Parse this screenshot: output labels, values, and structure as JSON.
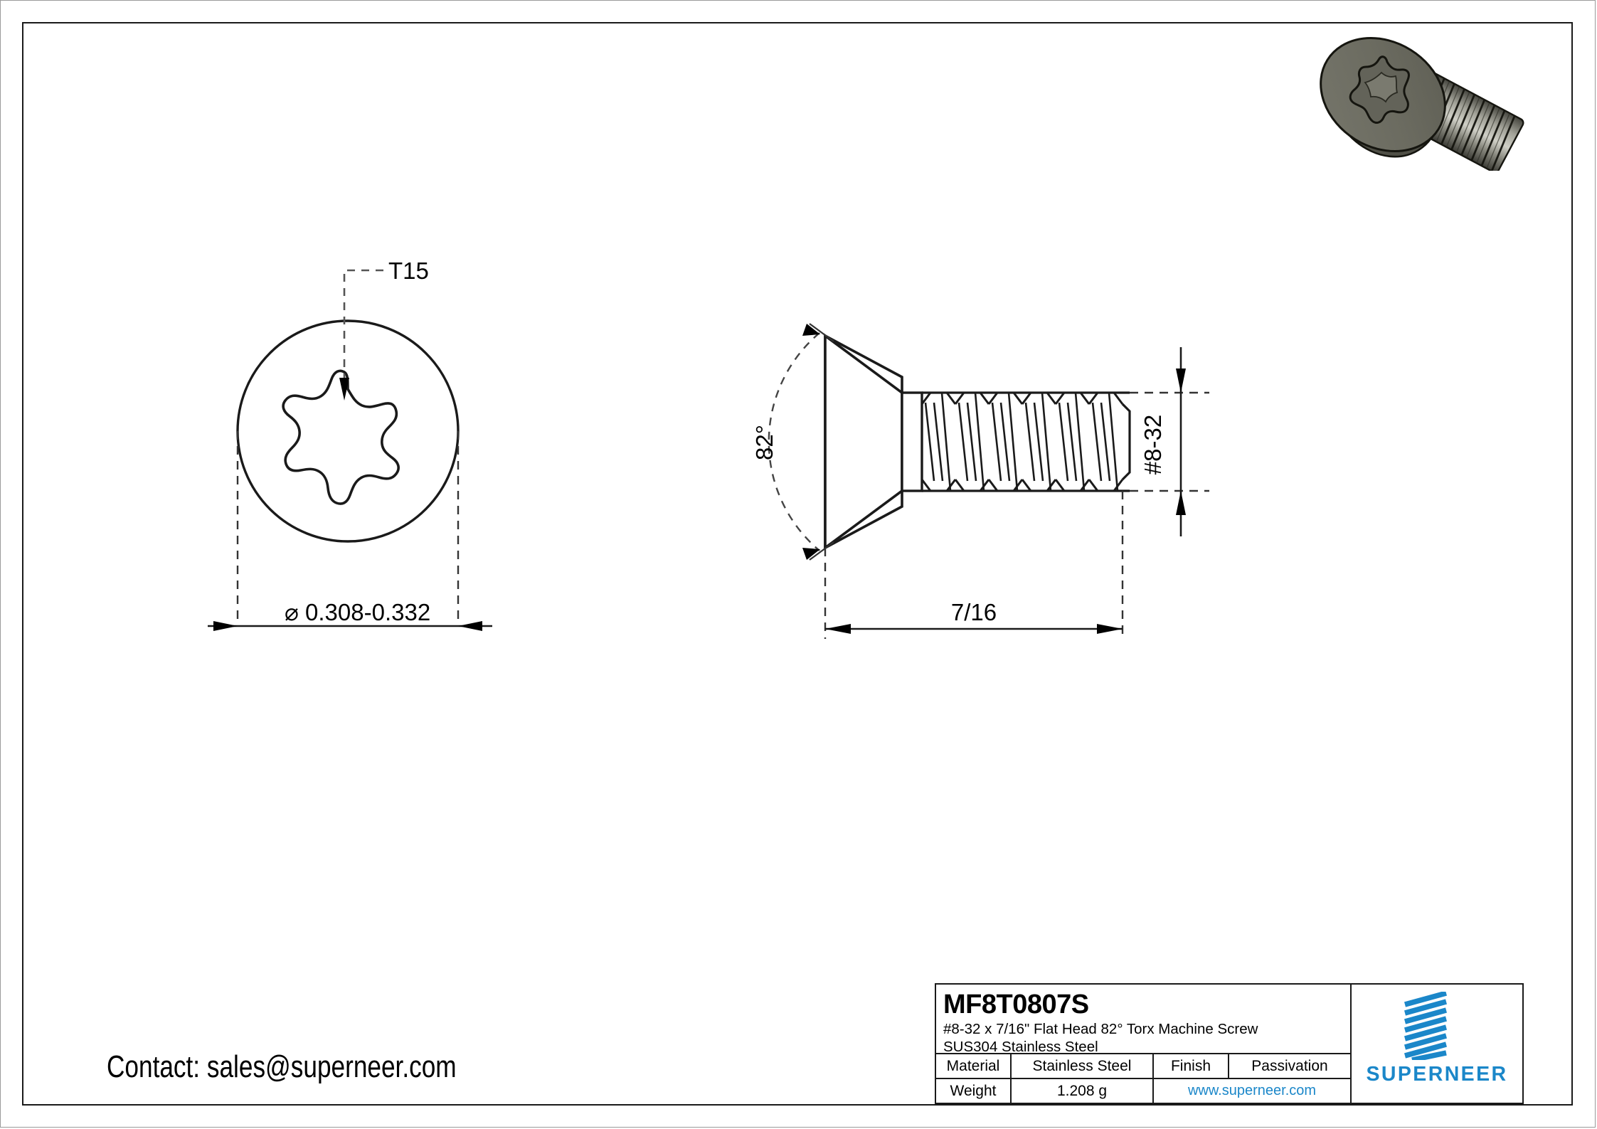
{
  "document": {
    "type": "engineering-drawing",
    "sheet_width": 2245,
    "sheet_height": 1587
  },
  "contact": {
    "text": "Contact: sales@superneer.com"
  },
  "front_view": {
    "name": "head-end-view",
    "drive_callout": "T15",
    "diameter_dimension": "⌀ 0.308-0.332"
  },
  "side_view": {
    "name": "side-profile-view",
    "angle_dimension": "82°",
    "thread_dimension": "#8-32",
    "length_dimension": "7/16"
  },
  "title_block": {
    "part_number": "MF8T0807S",
    "description_line1": "#8-32 x 7/16\" Flat Head 82° Torx Machine Screw",
    "description_line2": "SUS304 Stainless Steel",
    "rows": [
      {
        "label": "Material",
        "value": "Stainless Steel",
        "label2": "Finish",
        "value2": "Passivation"
      },
      {
        "label": "Weight",
        "value": "1.208 g",
        "link": "www.superneer.com"
      }
    ]
  },
  "brand": {
    "wordmark": "SUPERNEER",
    "accent_color": "#1b87c9",
    "logo_stripes": 8
  },
  "colors": {
    "line": "#1a1a1a",
    "frame": "#9a9a9a",
    "accent_blue": "#1b87c9",
    "render_body": "#6e6e63",
    "render_highlight": "#9a9a90",
    "render_shadow": "#4a4a44"
  }
}
